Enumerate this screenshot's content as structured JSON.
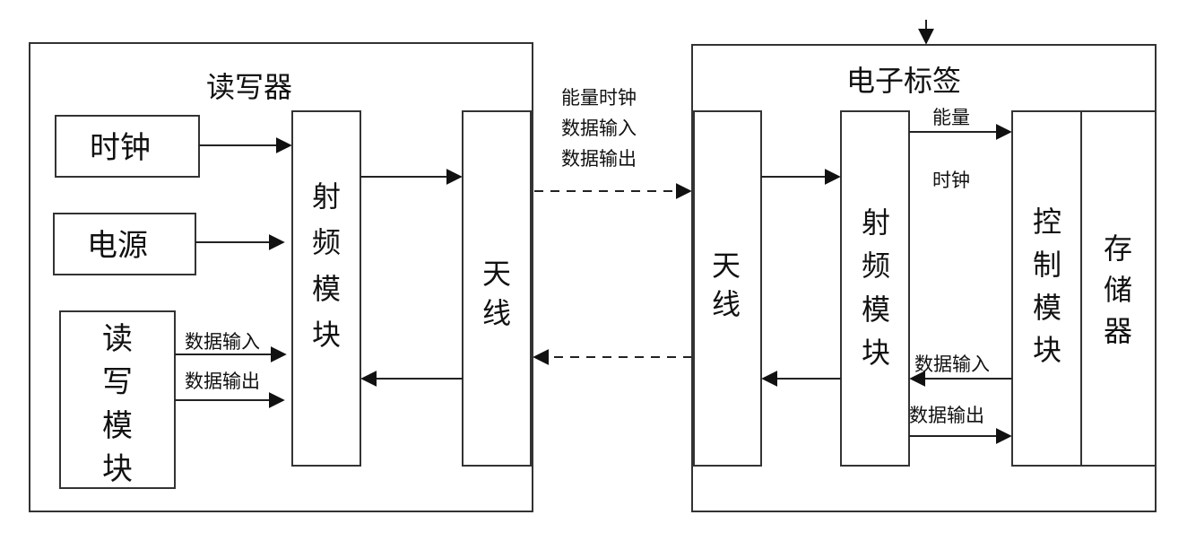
{
  "reader": {
    "title": "读写器",
    "clock": "时钟",
    "power": "电源",
    "rw_module": [
      "读",
      "写",
      "模",
      "块"
    ],
    "rf_module": [
      "射",
      "频",
      "模",
      "块"
    ],
    "antenna": [
      "天",
      "线"
    ],
    "data_in": "数据输入",
    "data_out": "数据输出"
  },
  "link": {
    "labels": [
      "能量时钟",
      "数据输入",
      "数据输出"
    ]
  },
  "tag": {
    "title": "电子标签",
    "antenna": [
      "天",
      "线"
    ],
    "rf_module": [
      "射",
      "频",
      "模",
      "块"
    ],
    "control_module": [
      "控",
      "制",
      "模",
      "块"
    ],
    "memory": [
      "存",
      "储",
      "器"
    ],
    "energy": "能量",
    "clock": "时钟",
    "data_in": "数据输入",
    "data_out": "数据输出"
  }
}
